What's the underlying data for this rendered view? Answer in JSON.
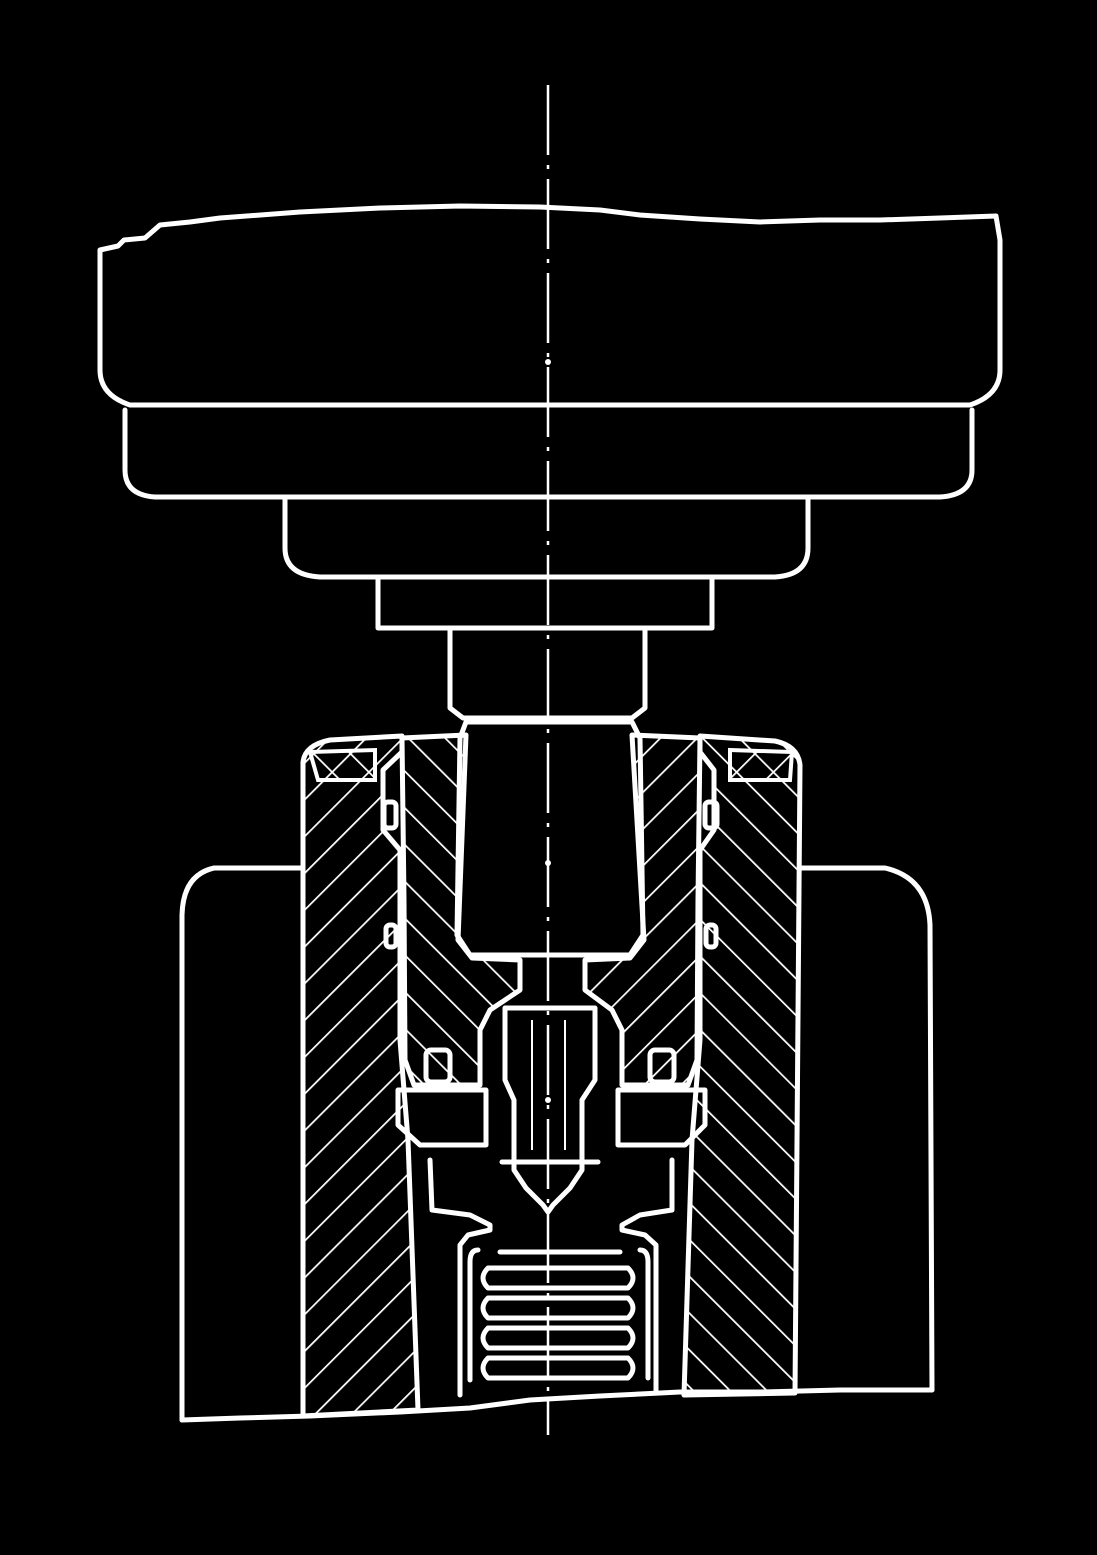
{
  "figure": {
    "kind": "engineering-cross-section",
    "colors": {
      "background": "#000000",
      "linework": "#ffffff"
    },
    "components": [
      "upper-housing",
      "middle-step",
      "lower-step",
      "collar",
      "plunger-shaft",
      "outer-hatched-sleeve",
      "inner-hatched-sleeve",
      "guide-bore",
      "seat-insert",
      "needle-tip",
      "bellows-spring",
      "outer-casing",
      "center-axis"
    ]
  }
}
